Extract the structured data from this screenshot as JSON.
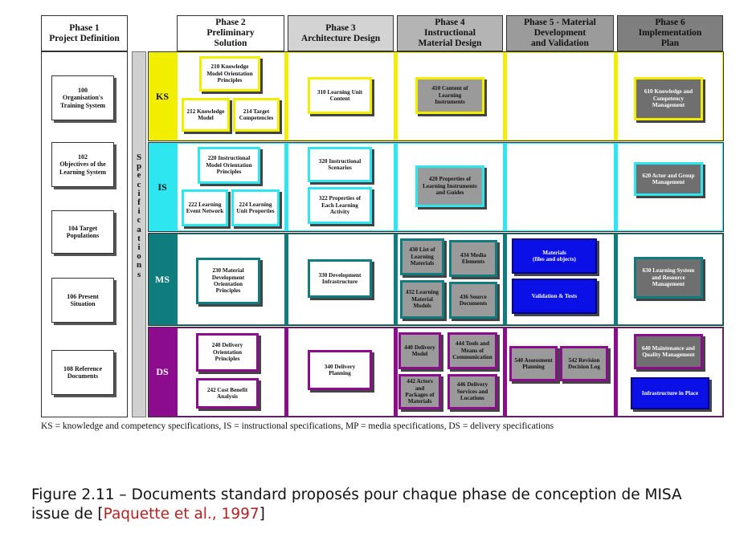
{
  "colors": {
    "ks": "#f2ee00",
    "is": "#2ee6f0",
    "ms": "#0f7d7d",
    "ds": "#8b0c8d",
    "blue_box": "#0a10e6",
    "gray_box": "#9a9a9a",
    "phase3_header": "#d3d3d3",
    "phase4_header": "#b4b4b4",
    "phase5_header": "#9b9b9b",
    "phase6_header": "#7f7f7f"
  },
  "headers": {
    "phase1": "Phase 1\nProject Definition",
    "phase2": "Phase 2\nPreliminary\nSolution",
    "phase3": "Phase 3\nArchitecture Design",
    "phase4": "Phase 4\nInstructional\nMaterial Design",
    "phase5": "Phase 5 - Material\nDevelopment\nand Validation",
    "phase6": "Phase 6\nImplementation\nPlan"
  },
  "phase1_boxes": [
    "100\nOrganisation's\nTraining System",
    "102\nObjectives of the\nLearning System",
    "104 Target\nPopulations",
    "106 Present\nSituation",
    "108 Reference\nDocuments"
  ],
  "specifications_label": "S\np\ne\nc\ni\nf\ni\nc\na\nt\ni\no\nn\ns",
  "rows": {
    "ks": "KS",
    "is": "IS",
    "ms": "MS",
    "ds": "DS"
  },
  "boxes": {
    "b210": "210 Knowledge\nModel Orientation\nPrinciples",
    "b212": "212 Knowledge\nModel",
    "b214": "214 Target\nCompetencies",
    "b310": "310 Learning Unit\nContent",
    "b410": "410 Content of\nLearning\nInstruments",
    "b610": "610 Knowledge and\nCompetency\nManagement",
    "b220": "220 Instructional\nModel Orientation\nPrinciples",
    "b222": "222 Learning\nEvent Network",
    "b224": "224 Learning\nUnit Properties",
    "b320": "320 Instructional\nScenarios",
    "b322": "322 Properties of\nEach Learning\nActivity",
    "b420": "420 Properties of\nLearning Instruments\nand Guides",
    "b620": "620 Actor and Group\nManagement",
    "b230": "230 Material\nDevelopment\nOrientation\nPrinciples",
    "b330": "330 Development\nInfrastructure",
    "b430": "430 List of\nLearning\nMaterials",
    "b434": "434 Media\nElements",
    "b432": "432 Learning\nMaterial\nModels",
    "b436": "436 Source\nDocuments",
    "materials": "Materials\n(files and objects)",
    "validation": "Validation & Tests",
    "b630": "630 Learning System\nand Resource\nManagement",
    "b240": "240 Delivery\nOrientation\nPrinciples",
    "b242": "242 Cost Benefit\nAnalysis",
    "b340": "340 Delivery\nPlanning",
    "b440": "440 Delivery\nModel",
    "b444": "444 Tools and\nMeans of\nCommunication",
    "b442": "442 Actors and\nPackages of\nMaterials",
    "b446": "446 Delivery\nServices and\nLocations",
    "b540": "540 Assessment\nPlanning",
    "b542": "542 Revision\nDecision Log",
    "b640": "640 Maintenance and\nQuality Management",
    "infra": "Infrastructure in  Place"
  },
  "footnote": "KS = knowledge and competency specifications, IS = instructional specifications, MP = media specifications, DS = delivery specifications",
  "caption": {
    "line1": "Figure 2.11 – Documents standard proposés pour chaque phase de conception de MISA",
    "line2_prefix": "issue de ",
    "bracket_open": "[",
    "citation": "Paquette et al., 1997",
    "bracket_close": "]"
  }
}
